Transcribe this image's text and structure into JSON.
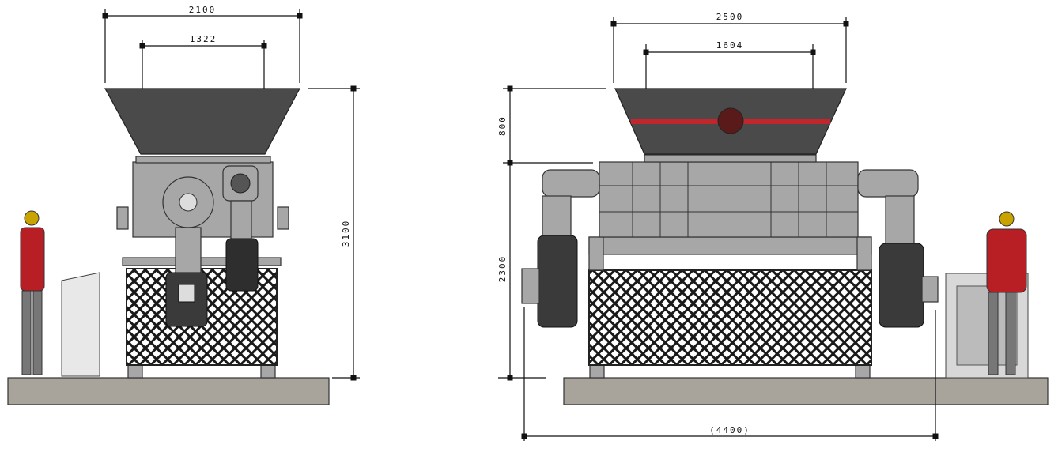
{
  "front_view": {
    "dimensions": {
      "hopper_outer_width": "2100",
      "hopper_inner_width": "1322",
      "total_height": "3100"
    }
  },
  "side_view": {
    "dimensions": {
      "hopper_outer_width": "2500",
      "hopper_inner_width": "1604",
      "hopper_height": "800",
      "machine_height": "2300",
      "overall_length": "(4400)"
    }
  },
  "colors": {
    "hopper": "#4a4a4a",
    "stripe": "#c0262b",
    "body": "#a7a7a7",
    "base": "#a8a49c"
  }
}
